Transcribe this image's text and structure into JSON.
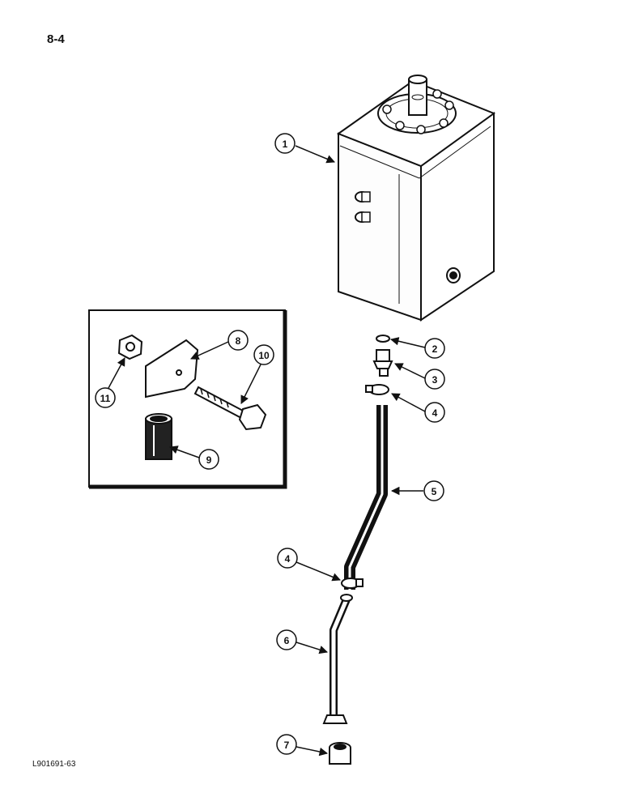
{
  "page": {
    "number": "8-4",
    "figure_code": "L901691-63"
  },
  "callouts": [
    {
      "id": "c1",
      "label": "1"
    },
    {
      "id": "c2",
      "label": "2"
    },
    {
      "id": "c3",
      "label": "3"
    },
    {
      "id": "c4a",
      "label": "4"
    },
    {
      "id": "c5",
      "label": "5"
    },
    {
      "id": "c4b",
      "label": "4"
    },
    {
      "id": "c6",
      "label": "6"
    },
    {
      "id": "c7",
      "label": "7"
    },
    {
      "id": "c8",
      "label": "8"
    },
    {
      "id": "c9",
      "label": "9"
    },
    {
      "id": "c10",
      "label": "10"
    },
    {
      "id": "c11",
      "label": "11"
    }
  ]
}
